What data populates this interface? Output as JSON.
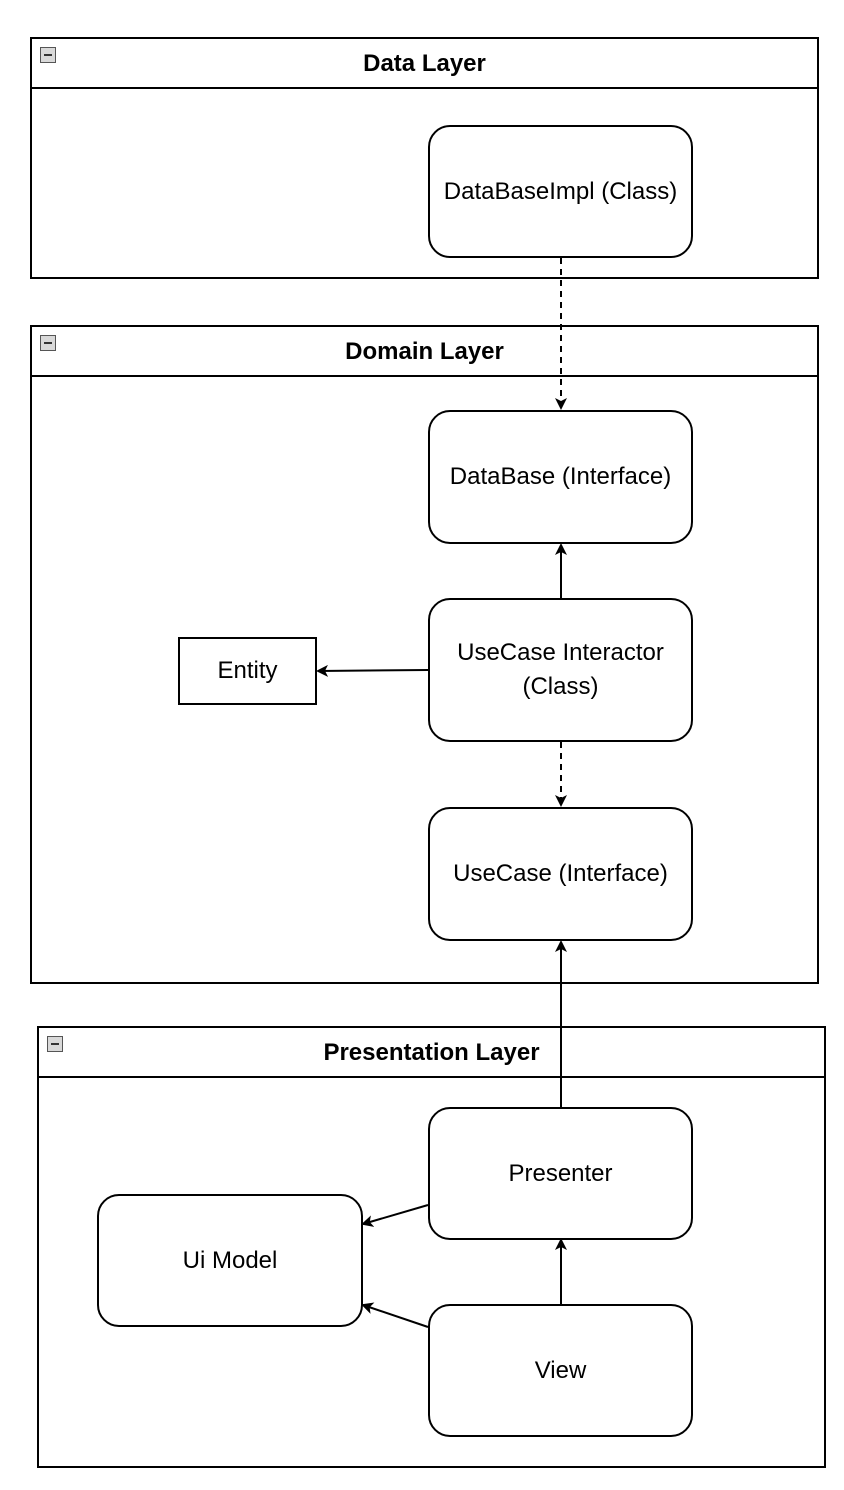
{
  "layers": {
    "data": {
      "title": "Data Layer"
    },
    "domain": {
      "title": "Domain Layer"
    },
    "presentation": {
      "title": "Presentation Layer"
    }
  },
  "nodes": {
    "database_impl": "DataBaseImpl (Class)",
    "database_interface": "DataBase (Interface)",
    "usecase_interactor": "UseCase Interactor\n(Class)",
    "entity": "Entity",
    "usecase_interface": "UseCase (Interface)",
    "presenter": "Presenter",
    "ui_model": "Ui Model",
    "view": "View"
  },
  "edges": [
    {
      "from": "DataBaseImpl (Class)",
      "to": "DataBase (Interface)",
      "style": "dashed"
    },
    {
      "from": "UseCase Interactor (Class)",
      "to": "DataBase (Interface)",
      "style": "solid"
    },
    {
      "from": "UseCase Interactor (Class)",
      "to": "Entity",
      "style": "solid"
    },
    {
      "from": "UseCase Interactor (Class)",
      "to": "UseCase (Interface)",
      "style": "dashed"
    },
    {
      "from": "Presenter",
      "to": "UseCase (Interface)",
      "style": "solid"
    },
    {
      "from": "Presenter",
      "to": "Ui Model",
      "style": "solid"
    },
    {
      "from": "View",
      "to": "Presenter",
      "style": "solid"
    },
    {
      "from": "View",
      "to": "Ui Model",
      "style": "solid"
    }
  ]
}
